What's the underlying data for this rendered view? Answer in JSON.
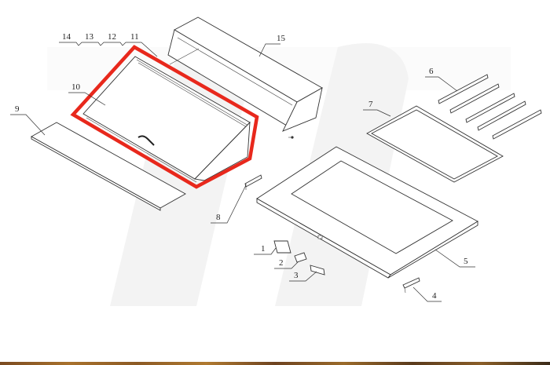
{
  "diagram": {
    "type": "exploded-parts-view",
    "highlight": {
      "part": "10",
      "color": "#e8281c",
      "shape": "polygon-outline"
    },
    "watermark": {
      "description": "large faint grey letters in background",
      "color": "#f3f3f3"
    },
    "parts": [
      {
        "id": "1",
        "label": "1",
        "description": "small rectangular frame insert"
      },
      {
        "id": "2",
        "label": "2",
        "description": "small block bracket"
      },
      {
        "id": "3",
        "label": "3",
        "description": "small flat plate with holes"
      },
      {
        "id": "4",
        "label": "4",
        "description": "angle bracket"
      },
      {
        "id": "5",
        "label": "5",
        "description": "large base frame with rectangular opening"
      },
      {
        "id": "6",
        "label": "6",
        "description": "five square bars"
      },
      {
        "id": "7",
        "label": "7",
        "description": "rectangular tray frame"
      },
      {
        "id": "8",
        "label": "8",
        "description": "small toothed bracket"
      },
      {
        "id": "9",
        "label": "9",
        "description": "flat board panel"
      },
      {
        "id": "10",
        "label": "10",
        "description": "hinged lid / door panel with handle"
      },
      {
        "id": "11",
        "label": "11",
        "description": "hinge fastener"
      },
      {
        "id": "12",
        "label": "12",
        "description": "fastener"
      },
      {
        "id": "13",
        "label": "13",
        "description": "fastener"
      },
      {
        "id": "14",
        "label": "14",
        "description": "fastener"
      },
      {
        "id": "15",
        "label": "15",
        "description": "upper hood / cover housing"
      }
    ]
  },
  "labels": {
    "p1": "1",
    "p2": "2",
    "p3": "3",
    "p4": "4",
    "p5": "5",
    "p6": "6",
    "p7": "7",
    "p8": "8",
    "p9": "9",
    "p10": "10",
    "p11": "11",
    "p12": "12",
    "p13": "13",
    "p14": "14",
    "p15": "15"
  },
  "colors": {
    "highlight": "#e8281c",
    "line": "#333333",
    "background": "#ffffff"
  }
}
